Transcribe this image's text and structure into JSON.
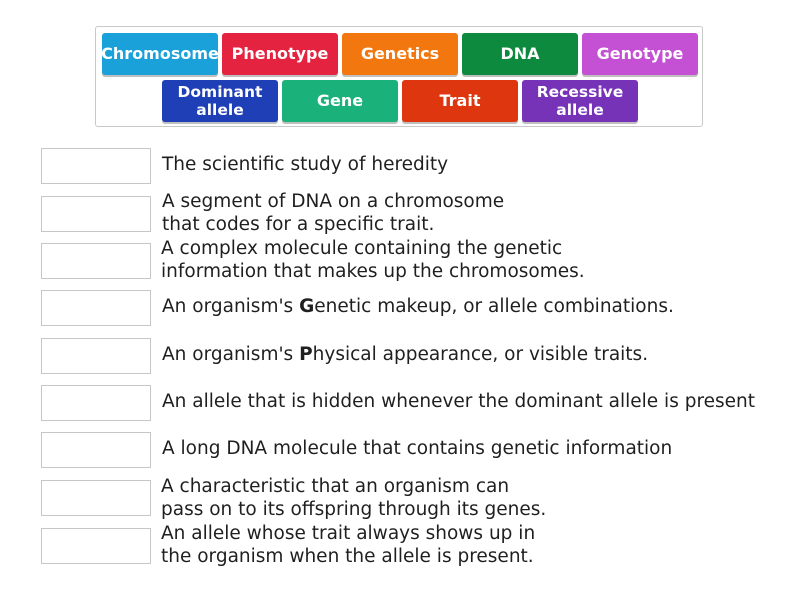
{
  "tiles": [
    {
      "label": "Chromosome",
      "color": "#1aa1d9"
    },
    {
      "label": "Phenotype",
      "color": "#e3233f"
    },
    {
      "label": "Genetics",
      "color": "#f2770f"
    },
    {
      "label": "DNA",
      "color": "#0e8a3f"
    },
    {
      "label": "Genotype",
      "color": "#c450d4"
    },
    {
      "label": "Dominant allele",
      "line1": "Dominant",
      "line2": "allele",
      "color": "#1e3fb5"
    },
    {
      "label": "Gene",
      "color": "#1ab17a"
    },
    {
      "label": "Trait",
      "color": "#de3710"
    },
    {
      "label": "Recessive allele",
      "line1": "Recessive",
      "line2": "allele",
      "color": "#7633b8"
    }
  ],
  "clues": [
    {
      "lines": [
        "The scientific study of heredity"
      ]
    },
    {
      "lines": [
        "A segment of DNA on a chromosome",
        "that codes for a specific trait."
      ]
    },
    {
      "lines": [
        "A complex molecule containing the genetic",
        "information that makes up the chromosomes."
      ]
    },
    {
      "pre": "An organism's ",
      "bold": "G",
      "post": "enetic makeup, or allele combinations."
    },
    {
      "pre": "An organism's ",
      "bold": "P",
      "post": "hysical appearance, or visible traits."
    },
    {
      "lines": [
        "An allele that is hidden whenever the dominant allele is present"
      ]
    },
    {
      "lines": [
        "A long DNA molecule that contains genetic information"
      ]
    },
    {
      "lines": [
        "A characteristic that an organism can",
        "pass on to its offspring through its genes."
      ]
    },
    {
      "lines": [
        "An allele whose trait always shows up in",
        "the organism when the allele is present."
      ]
    }
  ]
}
